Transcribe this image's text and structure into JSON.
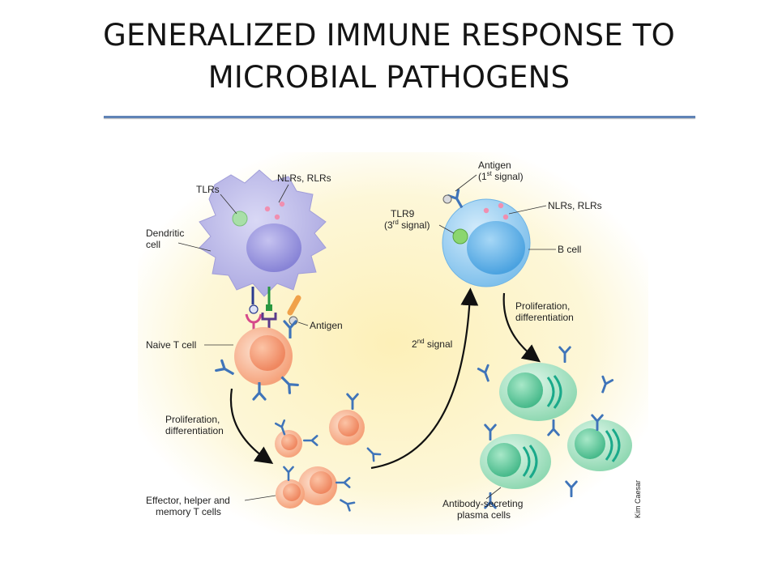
{
  "slide": {
    "title_line1": "GENERALIZED IMMUNE RESPONSE TO",
    "title_line2": "MICROBIAL PATHOGENS"
  },
  "diagram": {
    "labels": {
      "tlrs": "TLRs",
      "nlrs_rlrs_dc": "NLRs, RLRs",
      "dendritic_1": "Dendritic",
      "dendritic_2": "cell",
      "antigen_dc": "Antigen",
      "naive_t": "Naive T cell",
      "prolif_t_1": "Proliferation,",
      "prolif_t_2": "differentiation",
      "effector_1": "Effector, helper and",
      "effector_2": "memory T cells",
      "second_signal": "2",
      "second_signal_sup": "nd",
      "second_signal_tail": " signal",
      "antigen_b_1": "Antigen",
      "antigen_b_2a": "(1",
      "antigen_b_2sup": "st",
      "antigen_b_2b": " signal)",
      "tlr9_1": "TLR9",
      "tlr9_2a": "(3",
      "tlr9_2sup": "rd",
      "tlr9_2b": " signal)",
      "nlrs_rlrs_b": "NLRs, RLRs",
      "b_cell": "B cell",
      "prolif_b_1": "Proliferation,",
      "prolif_b_2": "differentiation",
      "plasma_1": "Antibody-secreting",
      "plasma_2": "plasma cells",
      "credit": "Kim Caesar"
    },
    "colors": {
      "background_glow": "#fcf6cf",
      "dendritic": "#b7b5e6",
      "dendritic_nucleus": "#9894dc",
      "t_cell": "#f7a983",
      "t_nucleus": "#f39372",
      "b_cell": "#8fc9ee",
      "b_nucleus": "#5eaee6",
      "plasma": "#9fe0bd",
      "plasma_nucleus": "#5cc49a",
      "antibody": "#3f74b9",
      "arrow": "#111111"
    }
  }
}
